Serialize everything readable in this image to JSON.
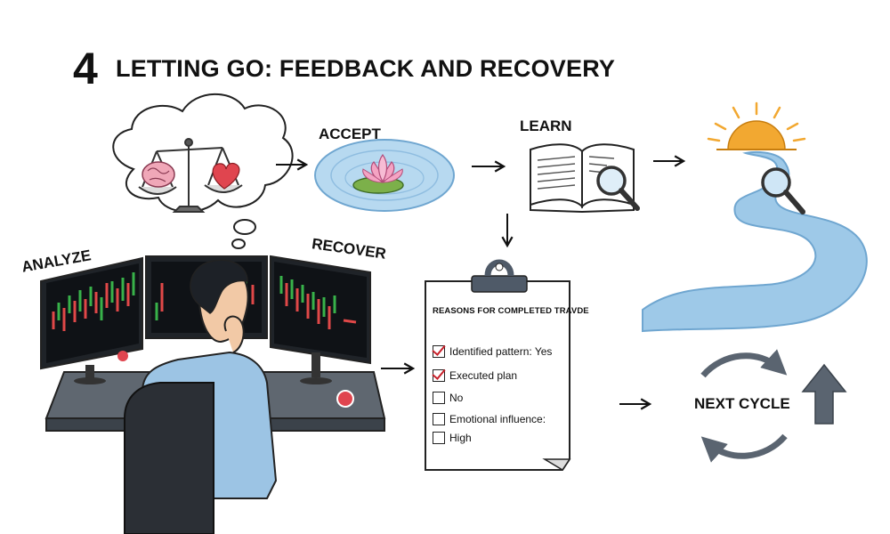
{
  "title": {
    "number": "4",
    "text": "LETTING GO: FEEDBACK AND RECOVERY"
  },
  "labels": {
    "accept": "ACCEPT",
    "learn": "LEARN",
    "analyze": "ANALYZE",
    "recover": "RECOVER",
    "next_cycle": "NEXT CYCLE"
  },
  "checklist": {
    "title": "REASONS FOR COMPLETED TRAVDE",
    "items": [
      {
        "label": "Identified pattern: Yes",
        "checked": true
      },
      {
        "label": "Executed plan",
        "checked": true
      },
      {
        "label": "No",
        "checked": false
      },
      {
        "label": "Emotional influence:",
        "checked": false
      },
      {
        "label": "High",
        "checked": false
      }
    ]
  },
  "colors": {
    "water": "#9ec9e8",
    "water_dark": "#6fa6d0",
    "sun": "#f2a831",
    "heart": "#e0454f",
    "brain": "#f0a7b8",
    "lotus": "#f4a3c3",
    "shirt": "#9cc4e4",
    "arrow_gray": "#5a6470",
    "check_red": "#c8202a"
  },
  "icons": [
    "thought-bubble-icon",
    "scale-icon",
    "brain-icon",
    "heart-icon",
    "lotus-icon",
    "book-icon",
    "magnifier-icon",
    "sun-icon",
    "river-icon",
    "clipboard-icon",
    "cycle-arrows-icon",
    "up-arrow-icon",
    "trader-icon",
    "monitor-icon"
  ]
}
